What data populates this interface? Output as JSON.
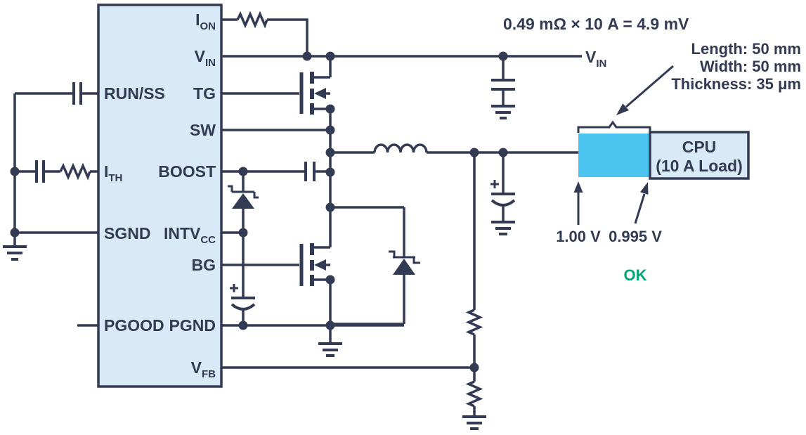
{
  "colors": {
    "line": "#333A53",
    "panel": "#D8EAF8",
    "trace": "#4BC5F0",
    "ok": "#00A878",
    "background": "#FFFFFF"
  },
  "ic_pins": {
    "ion": {
      "main": "I",
      "sub": "ON"
    },
    "vin": {
      "main": "V",
      "sub": "IN"
    },
    "tg": {
      "main": "TG",
      "sub": ""
    },
    "sw": {
      "main": "SW",
      "sub": ""
    },
    "boost": {
      "main": "BOOST",
      "sub": ""
    },
    "intvcc": {
      "main": "INTV",
      "sub": "CC"
    },
    "bg": {
      "main": "BG",
      "sub": ""
    },
    "pgnd": {
      "main": "PGND",
      "sub": ""
    },
    "vfb": {
      "main": "V",
      "sub": "FB"
    },
    "runss": {
      "main": "RUN/SS",
      "sub": ""
    },
    "ith": {
      "main": "I",
      "sub": "TH"
    },
    "sgnd": {
      "main": "SGND",
      "sub": ""
    },
    "pgood": {
      "main": "PGOOD",
      "sub": ""
    }
  },
  "net_labels": {
    "vin_out": {
      "main": "V",
      "sub": "IN"
    }
  },
  "annotations": {
    "drop_formula": "0.49 mΩ × 10 A = 4.9 mV",
    "trace_dimensions": [
      "Length: 50 mm",
      "Width: 50 mm",
      "Thickness: 35 μm"
    ],
    "voltage_source_end": "1.00 V",
    "voltage_load_end": "0.995 V",
    "status": "OK"
  },
  "load": {
    "name": "CPU",
    "rating": "(10 A Load)"
  }
}
